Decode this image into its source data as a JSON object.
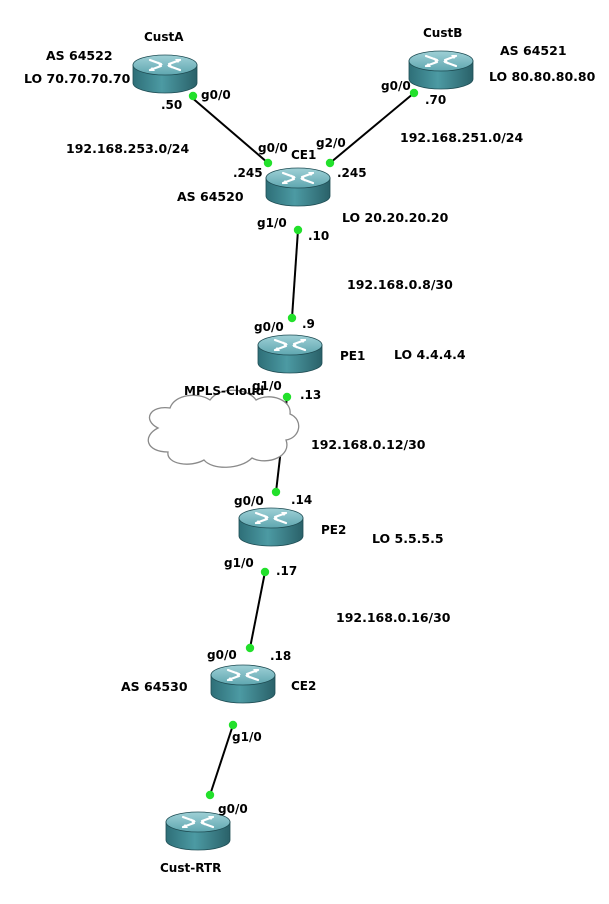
{
  "routers": [
    {
      "name": "CustA"
    },
    {
      "name": "CustB"
    },
    {
      "name": "CE1"
    },
    {
      "name": "PE1"
    },
    {
      "name": "PE2"
    },
    {
      "name": "CE2"
    },
    {
      "name": "Cust-RTR"
    }
  ],
  "cloud": {
    "name": "MPLS-Cloud"
  },
  "as_labels": [
    "AS 64522",
    "AS 64521",
    "AS 64520",
    "AS 64530"
  ],
  "loopbacks": [
    "LO 70.70.70.70",
    "LO 80.80.80.80",
    "LO 20.20.20.20",
    "LO 4.4.4.4",
    "LO 5.5.5.5"
  ],
  "subnets": [
    "192.168.253.0/24",
    "192.168.251.0/24",
    "192.168.0.8/30",
    "192.168.0.12/30",
    "192.168.0.16/30"
  ],
  "interfaces": [
    "g0/0",
    "g0/0",
    "g0/0",
    "g2/0",
    "g1/0",
    "g0/0",
    "g1/0",
    "g0/0",
    "g1/0",
    "g0/0",
    "g1/0",
    "g0/0"
  ],
  "host_ips": [
    ".50",
    ".70",
    ".245",
    ".245",
    ".10",
    ".9",
    ".13",
    ".14",
    ".17",
    ".18"
  ],
  "colors": {
    "port": "#22e02b",
    "router_body": "#3f8c95",
    "router_top": "#6fb3bb",
    "link": "#000000"
  }
}
